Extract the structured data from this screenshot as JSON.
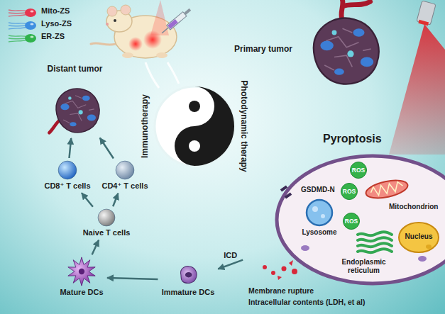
{
  "diagram": {
    "nodes": [
      {
        "text": [
          "Primary tumor"
        ]
      },
      {
        "text": [
          "Distant tumor"
        ]
      },
      {
        "text": [
          "Immunotherapy",
          "Photodynamic therapy"
        ]
      },
      {
        "text": [
          "Pyroptosis"
        ]
      },
      {
        "text": [
          "ROS"
        ],
        "in": 3
      },
      {
        "text": [
          "Mitochondrion"
        ],
        "in": 3
      },
      {
        "text": [
          "ROS"
        ],
        "in": 3
      },
      {
        "text": [
          "Lysosome"
        ],
        "in": 3
      },
      {
        "text": [
          "ROS"
        ],
        "in": 3
      },
      {
        "text": [
          "Endoplasmic reticulum"
        ],
        "in": 3
      },
      {
        "text": [
          "Nucleus"
        ],
        "in": 3
      },
      {
        "text": [
          "CD8⁺ T cells"
        ]
      },
      {
        "text": [
          "CD4⁺ T cells"
        ]
      },
      {
        "text": [
          "Naive T cells"
        ]
      },
      {
        "text": [
          "Mature DCs"
        ]
      },
      {
        "text": [
          "Immature DCs"
        ]
      }
    ],
    "edges": [
      {
        "from": 3,
        "to": 15,
        "label": "ICD",
        "arrow": "to"
      },
      {
        "from": 15,
        "to": 14,
        "arrow": "to"
      },
      {
        "from": 14,
        "to": 13,
        "arrow": "to"
      },
      {
        "from": 13,
        "to": 11,
        "arrow": "to"
      },
      {
        "from": 13,
        "to": 12,
        "arrow": "to"
      },
      {
        "from": 11,
        "to": 1,
        "arrow": "to"
      },
      {
        "from": 12,
        "to": 1,
        "arrow": "to"
      }
    ],
    "labels": [
      "GSDMD-N",
      "Membrane rupture",
      "Intracellular contents (LDH, et al)"
    ],
    "legend": [
      {
        "text": "Mito-ZS",
        "color": "#e8344f"
      },
      {
        "text": "Lyso-ZS",
        "color": "#3d8fe0"
      },
      {
        "text": "ER-ZS",
        "color": "#2fb24c"
      }
    ]
  }
}
